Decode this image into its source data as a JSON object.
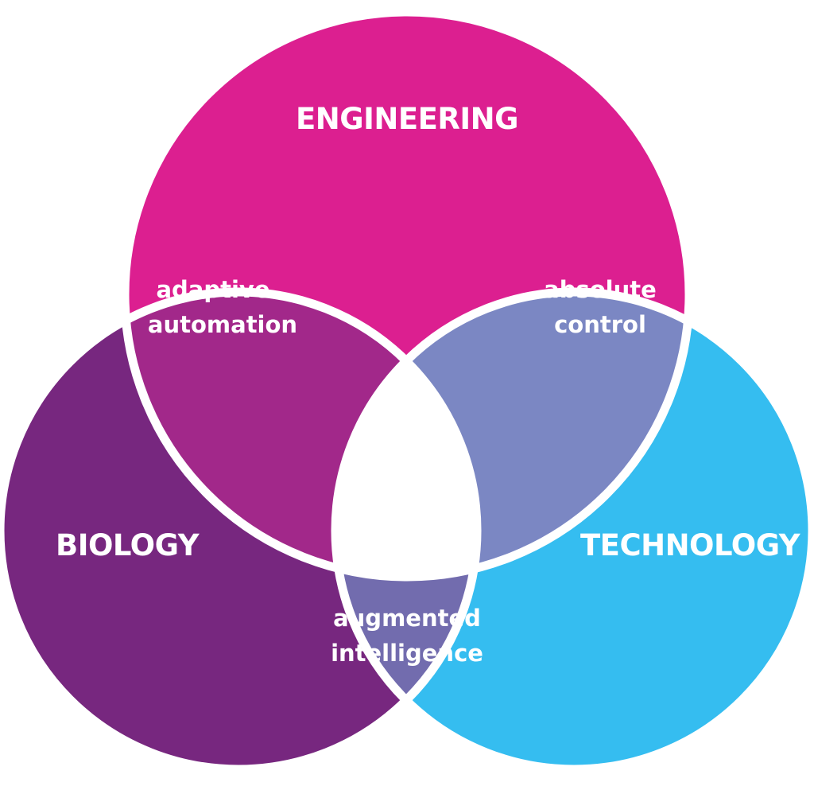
{
  "diagram": {
    "sets": [
      {
        "id": "engineering",
        "label": "ENGINEERING",
        "color": "#dc1f90"
      },
      {
        "id": "biology",
        "label": "BIOLOGY",
        "color": "#77277f"
      },
      {
        "id": "technology",
        "label": "TECHNOLOGY",
        "color": "#35bdf0"
      }
    ],
    "overlaps": [
      {
        "sets": [
          "engineering",
          "biology"
        ],
        "lines": [
          "adaptive",
          "automation"
        ],
        "color": "#a2288a"
      },
      {
        "sets": [
          "engineering",
          "technology"
        ],
        "lines": [
          "absolute",
          "control"
        ],
        "color": "#7b87c3"
      },
      {
        "sets": [
          "biology",
          "technology"
        ],
        "lines": [
          "augmented",
          "intelligence"
        ],
        "color": "#726cae"
      }
    ],
    "center_color": "#ffffff",
    "stroke_color": "#ffffff"
  }
}
